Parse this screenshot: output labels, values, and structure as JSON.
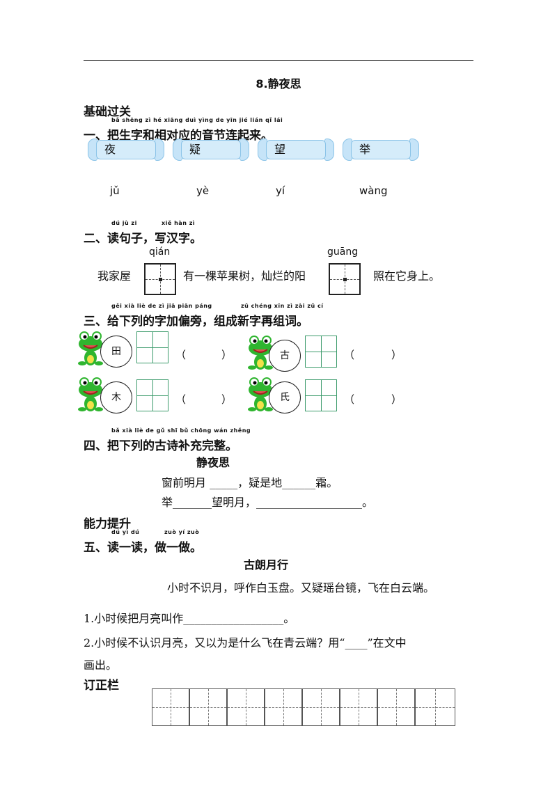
{
  "title": "8.静夜思",
  "section1": "基础过关",
  "q1": {
    "pinyin": "bǎ shēng zì hé xiāng duì yìng de yīn jié lián qǐ lái",
    "label": "一、把生字和相对应的音节连起来。",
    "chars": [
      "夜",
      "疑",
      "望",
      "举"
    ],
    "sounds": [
      "jǔ",
      "yè",
      "yí",
      "wàng"
    ]
  },
  "q2": {
    "pinyin_a": "dú jù zi",
    "pinyin_b": "xiě hàn zì",
    "label": "二、读句子，写汉字。",
    "hint_1": "qián",
    "hint_2": "guāng",
    "part_1": "我家屋",
    "part_2": "有一棵苹果树，灿烂的阳",
    "part_3": "照在它身上。"
  },
  "q3": {
    "pinyin_a": "gěi xià liè de zì jiā piān páng",
    "pinyin_b": "zǔ chéng xīn zì zài zǔ cí",
    "label": "三、给下列的字加偏旁，组成新字再组词。",
    "chars": [
      "田",
      "古",
      "木",
      "氏"
    ],
    "paren_open": "（",
    "paren_close": "）"
  },
  "q4": {
    "pinyin": "bǎ xià liè de gǔ shī bǔ chōng wán zhěng",
    "label": "四、把下列的古诗补充完整。",
    "poem_title": "静夜思",
    "line_1": "窗前明月 _____，疑是地______霜。",
    "line_2": "举_______望明月，___________________。"
  },
  "section2": "能力提升",
  "q5": {
    "pinyin_a": "dú yì dú",
    "pinyin_b": "zuò yí zuò",
    "label": "五、读一读，做一做。",
    "poem_title": "古朗月行",
    "poem_text": "小时不识月，呼作白玉盘。又疑瑶台镜，飞在白云端。",
    "sub_1": "1.小时候把月亮叫作__________________。",
    "sub_2_a": "2.小时候不认识月亮，又以为是什么飞在青云端？用“____”在文中",
    "sub_2_b": "画出。"
  },
  "correction_label": "订正栏",
  "colors": {
    "frog": "#2fb52f",
    "candy": "#d5ecfa",
    "grid_green": "#3a9a6a"
  },
  "icons": [
    "frog-icon",
    "candy-icon"
  ]
}
